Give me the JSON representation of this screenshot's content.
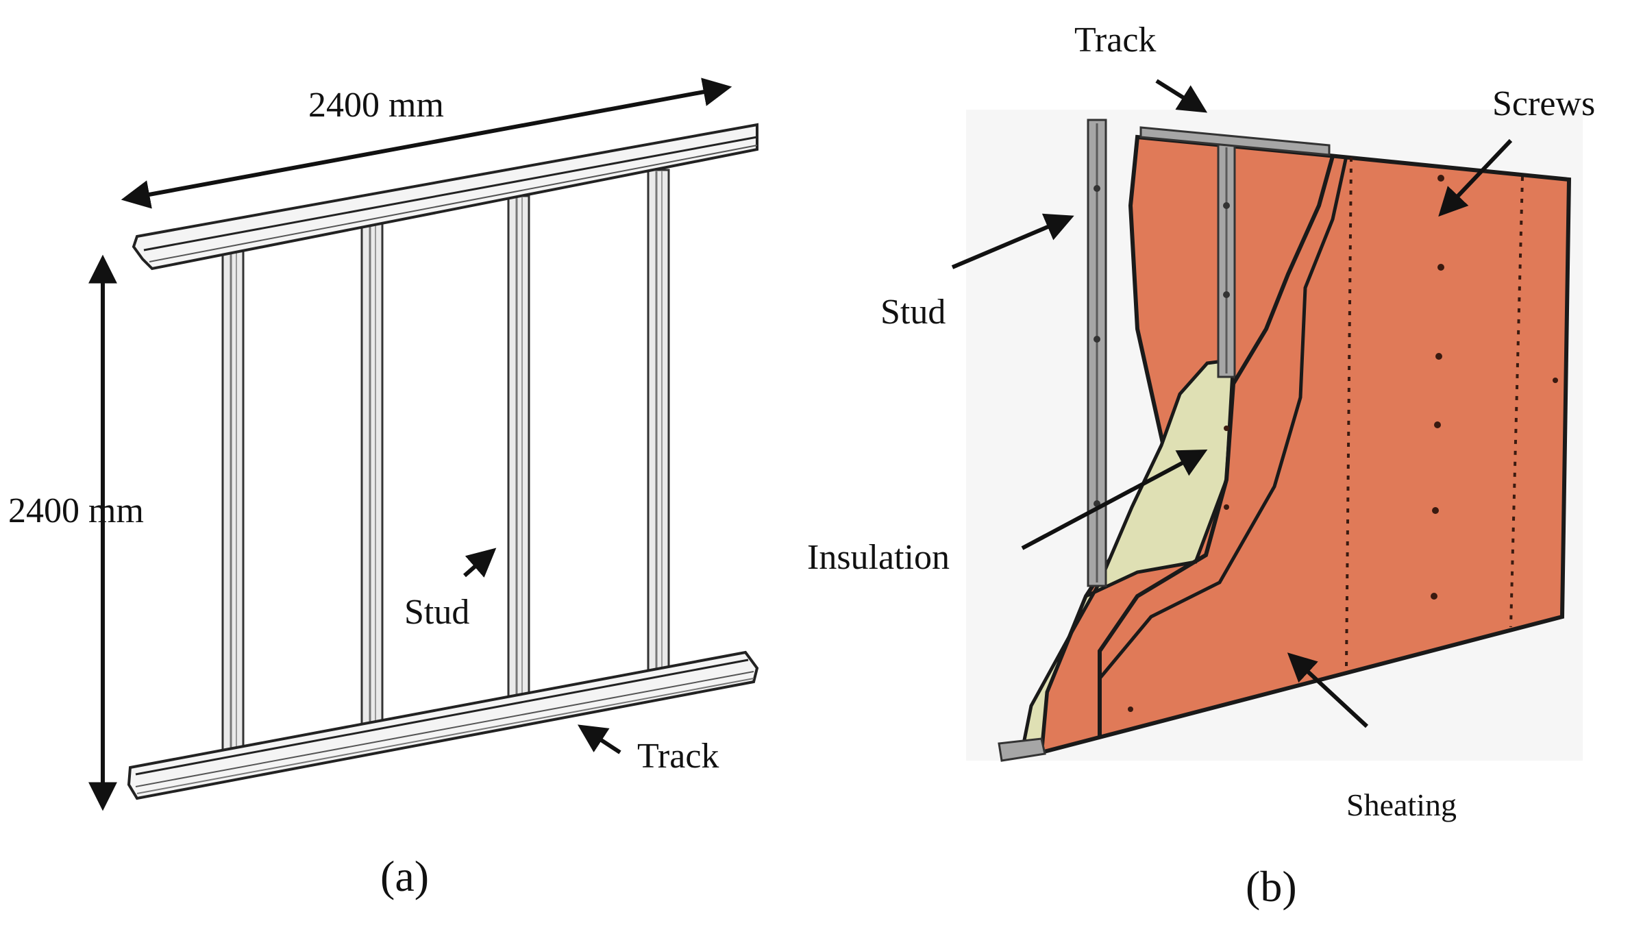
{
  "panel_a": {
    "caption": "(a)",
    "width_dimension": "2400 mm",
    "height_dimension": "2400 mm",
    "stud_label": "Stud",
    "track_label": "Track"
  },
  "panel_b": {
    "caption": "(b)",
    "track_label": "Track",
    "screws_label": "Screws",
    "stud_label": "Stud",
    "insulation_label": "Insulation",
    "sheating_label": "Sheating"
  },
  "colors": {
    "sheathing": "#e07a58",
    "insulation": "#dfe0b4",
    "steel": "#a6a6a6",
    "outline": "#1a1a1a"
  }
}
